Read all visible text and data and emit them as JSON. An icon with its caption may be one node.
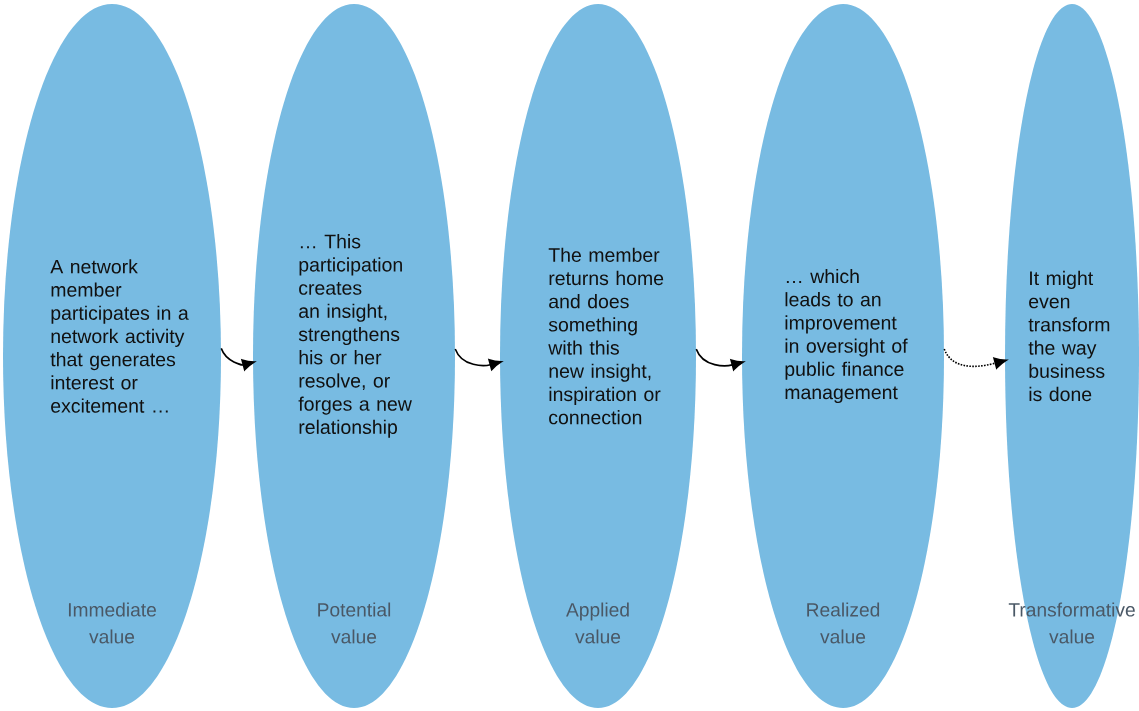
{
  "diagram": {
    "nodes": [
      {
        "text": [
          "A network member participates in a network activity that generates interest or excitement …",
          "Immediate value"
        ]
      },
      {
        "text": [
          "… This participation creates an insight, strengthens his or her resolve, or forges a new relationship",
          "Potential value"
        ]
      },
      {
        "text": [
          "The member returns home and does something with this new insight, inspiration or connection",
          "Applied value"
        ]
      },
      {
        "text": [
          "… which leads to an improvement in oversight of public finance management",
          "Realized value"
        ]
      },
      {
        "text": [
          "It might even transform the way business is done",
          "Transformative value"
        ]
      }
    ],
    "edges": [
      {
        "from": 0,
        "to": 1,
        "arrow": "to"
      },
      {
        "from": 1,
        "to": 2,
        "arrow": "to"
      },
      {
        "from": 2,
        "to": 3,
        "arrow": "to"
      },
      {
        "from": 3,
        "to": 4,
        "arrow": "to",
        "style": "dashed"
      }
    ]
  }
}
